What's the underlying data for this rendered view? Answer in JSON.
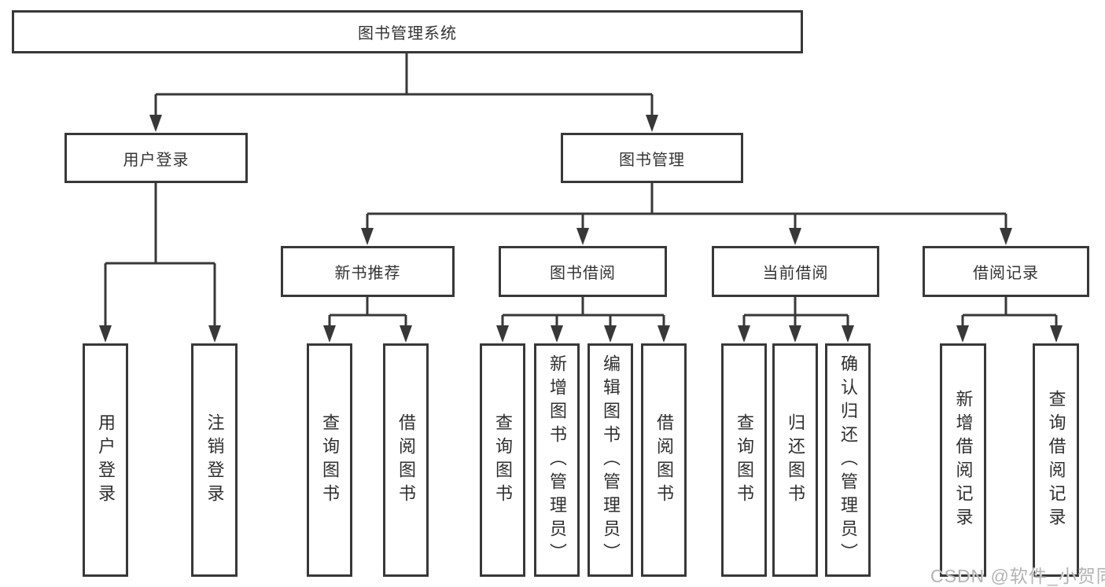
{
  "diagram": {
    "root": "图书管理系统",
    "user_login": {
      "label": "用户登录",
      "children": {
        "login": "用户登录",
        "logout": "注销登录"
      }
    },
    "book_mgmt": {
      "label": "图书管理",
      "new_books": {
        "label": "新书推荐",
        "children": {
          "query_books": "查询图书",
          "borrow_books": "借阅图书"
        }
      },
      "book_borrowing": {
        "label": "图书借阅",
        "children": {
          "query_books": "查询图书",
          "add_books": "新增图书（管理员）",
          "edit_books": "编辑图书（管理员）",
          "borrow_books": "借阅图书"
        }
      },
      "current_borrowing": {
        "label": "当前借阅",
        "children": {
          "query_books": "查询图书",
          "return_books": "归还图书",
          "confirm_return": "确认归还（管理员）"
        }
      },
      "borrow_records": {
        "label": "借阅记录",
        "children": {
          "add_record": "新增借阅记录",
          "query_record": "查询借阅记录"
        }
      }
    }
  },
  "watermark": "CSDN @软件_小贺同学",
  "colors": {
    "line": "#383838",
    "box_border": "#383838",
    "text": "#333333",
    "watermark": "#b3b3b3",
    "background": "#ffffff"
  }
}
